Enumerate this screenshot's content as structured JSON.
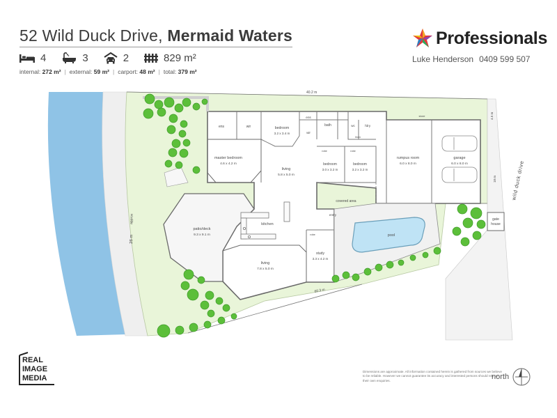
{
  "header": {
    "address": "52 Wild Duck Drive,",
    "suburb": "Mermaid Waters",
    "stats": {
      "bed": "4",
      "bath": "3",
      "car": "2",
      "land": "829 m²"
    },
    "areas": {
      "internal_label": "internal:",
      "internal_value": "272 m²",
      "external_label": "external:",
      "external_value": "59 m²",
      "carport_label": "carport:",
      "carport_value": "48 m²",
      "total_label": "total:",
      "total_value": "379 m²"
    }
  },
  "agency": {
    "name": "Professionals",
    "agent": "Luke Henderson",
    "phone": "0409 599 507"
  },
  "plan": {
    "frontage_top": "40.2 m",
    "frontage_bottom": "60.3 m",
    "side_left": "26 m",
    "side_left_suffix": "approx",
    "side_right_top": "4.5 m",
    "side_right": "18 m",
    "street": "wild duck drive",
    "rooms": {
      "ens1": "ens",
      "wir1": "wir",
      "bedroom_top": "bedroom",
      "bedroom_top_dim": "3.2 x 3.4 m",
      "ens2": "ens",
      "wir2": "wir",
      "bath": "bath",
      "wc": "wc",
      "ldry": "l'dry",
      "linen": "linen",
      "master": "master bedroom",
      "master_dim": "4.6 x 4.2 m",
      "living1": "living",
      "living1_dim": "5.8 x 5.0 m",
      "robe1": "robe",
      "bed2": "bedroom",
      "bed2_dim": "3.0 x 3.2 m",
      "robe2": "robe",
      "bed3": "bedroom",
      "bed3_dim": "3.2 x 3.2 m",
      "rumpus": "rumpus room",
      "rumpus_dim": "6.0 x 8.0 m",
      "store": "store",
      "garage": "garage",
      "garage_dim": "6.0 x 8.0 m",
      "patio": "patio/deck",
      "patio_dim": "9.3 x 9.1 m",
      "kitchen": "kitchen",
      "covered": "covered area",
      "entry": "entry",
      "pool": "pool",
      "robe3": "robe",
      "study": "study",
      "study_dim": "3.3 x 4.2 m",
      "living2": "living",
      "living2_dim": "7.8 x 5.0 m",
      "gatehouse_1": "gate",
      "gatehouse_2": "house"
    }
  },
  "footer": {
    "disclaimer": "Dimensions are approximate. All information contained herein is gathered from sources we believe to be reliable. However we cannot guarantee its accuracy and interested persons should rely on their own enquiries.",
    "north": "north",
    "logo_line1": "REAL",
    "logo_line2": "IMAGE",
    "logo_line3": "MEDIA"
  },
  "colors": {
    "water": "#8fc3e6",
    "lawn_light": "#e9f5d9",
    "lawn": "#dff0c8",
    "tree": "#5cbf3a",
    "tree_dark": "#3f9a2a",
    "path": "#e8e8e8",
    "wall": "#6a6a6a"
  }
}
